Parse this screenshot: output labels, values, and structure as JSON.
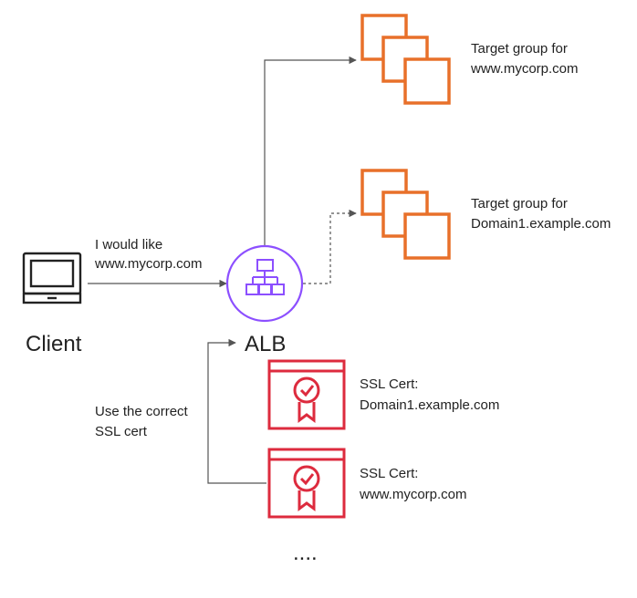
{
  "colors": {
    "target_group": "#E8702A",
    "certificate": "#DD2B3E",
    "load_balancer": "#8C4FFF",
    "line": "#555555",
    "text": "#222222"
  },
  "client": {
    "label": "Client",
    "request_line1": "I would like",
    "request_line2": "www.mycorp.com",
    "icon": "laptop-icon"
  },
  "alb": {
    "label": "ALB",
    "icon": "load-balancer-hierarchy-icon"
  },
  "target_groups": [
    {
      "line1": "Target group for",
      "line2": "www.mycorp.com",
      "icon": "instances-stack-icon",
      "route": "solid"
    },
    {
      "line1": "Target group for",
      "line2": "Domain1.example.com",
      "icon": "instances-stack-icon",
      "route": "dashed"
    }
  ],
  "certificates": [
    {
      "line1": "SSL Cert:",
      "line2": "Domain1.example.com",
      "icon": "certificate-icon"
    },
    {
      "line1": "SSL Cert:",
      "line2": "www.mycorp.com",
      "icon": "certificate-icon"
    }
  ],
  "selector": {
    "line1": "Use the correct",
    "line2": "SSL cert"
  },
  "more": "...."
}
